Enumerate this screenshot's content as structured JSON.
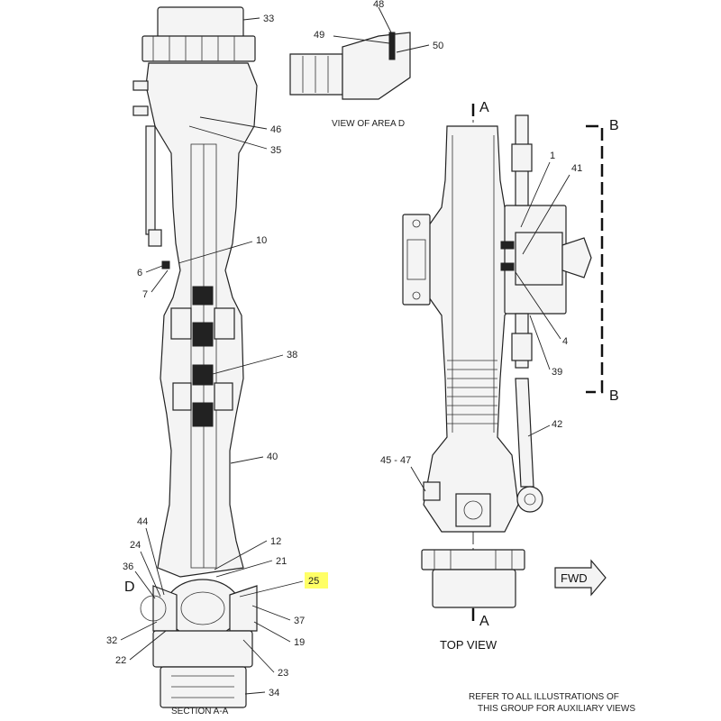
{
  "callouts": {
    "c33": "33",
    "c48": "48",
    "c49": "49",
    "c50": "50",
    "c46": "46",
    "c35": "35",
    "c10": "10",
    "c6": "6",
    "c7": "7",
    "c38": "38",
    "c40": "40",
    "c44": "44",
    "c24": "24",
    "c36": "36",
    "c12": "12",
    "c21": "21",
    "c25": "25",
    "c37": "37",
    "c32": "32",
    "c19": "19",
    "c22": "22",
    "c23": "23",
    "c34": "34",
    "c1": "1",
    "c41": "41",
    "c4": "4",
    "c39": "39",
    "c42": "42",
    "c45_47": "45 - 47"
  },
  "labels": {
    "view_of_area_d": "VIEW OF AREA D",
    "section_a_a": "SECTION A-A",
    "top_view": "TOP VIEW",
    "fwd": "FWD",
    "a_top": "A",
    "a_bottom": "A",
    "b_top": "B",
    "b_bottom": "B",
    "d_marker": "D",
    "refer_line1": "REFER TO ALL ILLUSTRATIONS OF",
    "refer_line2": "THIS GROUP FOR AUXILIARY VIEWS"
  },
  "highlight": {
    "callout": "25",
    "color": "#ffff66"
  }
}
